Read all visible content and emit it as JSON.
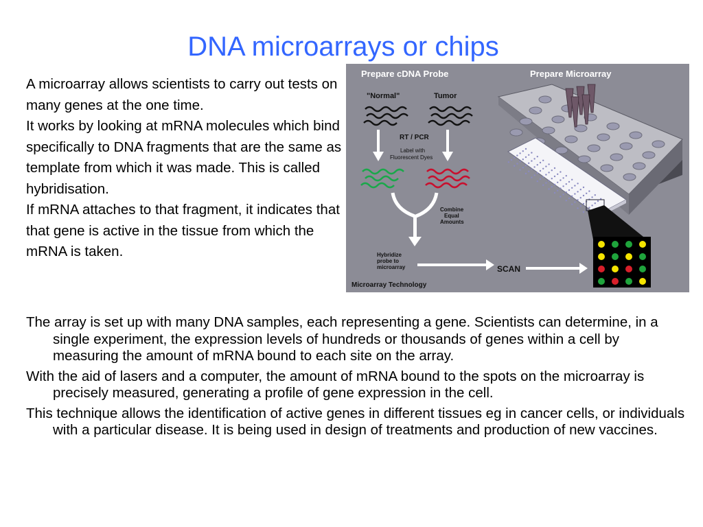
{
  "slide": {
    "title": "DNA microarrays or chips"
  },
  "left_text": [
    "A microarray allows scientists to carry out  tests on many genes at the one time.",
    "It works by looking at mRNA molecules which bind specifically to DNA fragments that are the same as template from which it was made. This is called hybridisation.",
    "If mRNA attaches to that fragment, it indicates that that gene is active in the tissue from which the mRNA is taken."
  ],
  "bottom_text": [
    "The array is set up with many DNA samples, each representing a gene. Scientists can determine, in a single experiment, the expression levels of hundreds or thousands of genes within a cell by measuring the amount of mRNA bound to each site on the array.",
    "With the aid of lasers and a computer, the amount of mRNA bound to the spots on the microarray is precisely measured, generating a profile of gene expression in the cell.",
    "This technique allows the identification of active genes in different tissues eg in cancer cells, or individuals with a particular disease. It is being used in design of treatments and production of new vaccines."
  ],
  "figure": {
    "heading_left": "Prepare cDNA Probe",
    "heading_right": "Prepare Microarray",
    "label_normal": "\"Normal\"",
    "label_tumor": "Tumor",
    "label_rtpcr": "RT / PCR",
    "label_dyes_1": "Label with",
    "label_dyes_2": "Fluorescent Dyes",
    "label_combine_1": "Combine",
    "label_combine_2": "Equal",
    "label_combine_3": "Amounts",
    "label_hyb_1": "Hybridize",
    "label_hyb_2": "probe to",
    "label_hyb_3": "microarray",
    "label_scan": "SCAN",
    "caption": "Microarray Technology",
    "colors": {
      "background": "#8c8c96",
      "green_probe": "#1aa84a",
      "red_probe": "#c8102e",
      "spot_yellow": "#f5e400",
      "spot_green": "#1fa43c",
      "spot_red": "#d81f2a"
    },
    "spot_grid": [
      [
        "yellow",
        "green",
        "green",
        "yellow"
      ],
      [
        "yellow",
        "green",
        "yellow",
        "green"
      ],
      [
        "red",
        "yellow",
        "red",
        "green"
      ],
      [
        "green",
        "red",
        "green",
        "yellow"
      ]
    ]
  }
}
